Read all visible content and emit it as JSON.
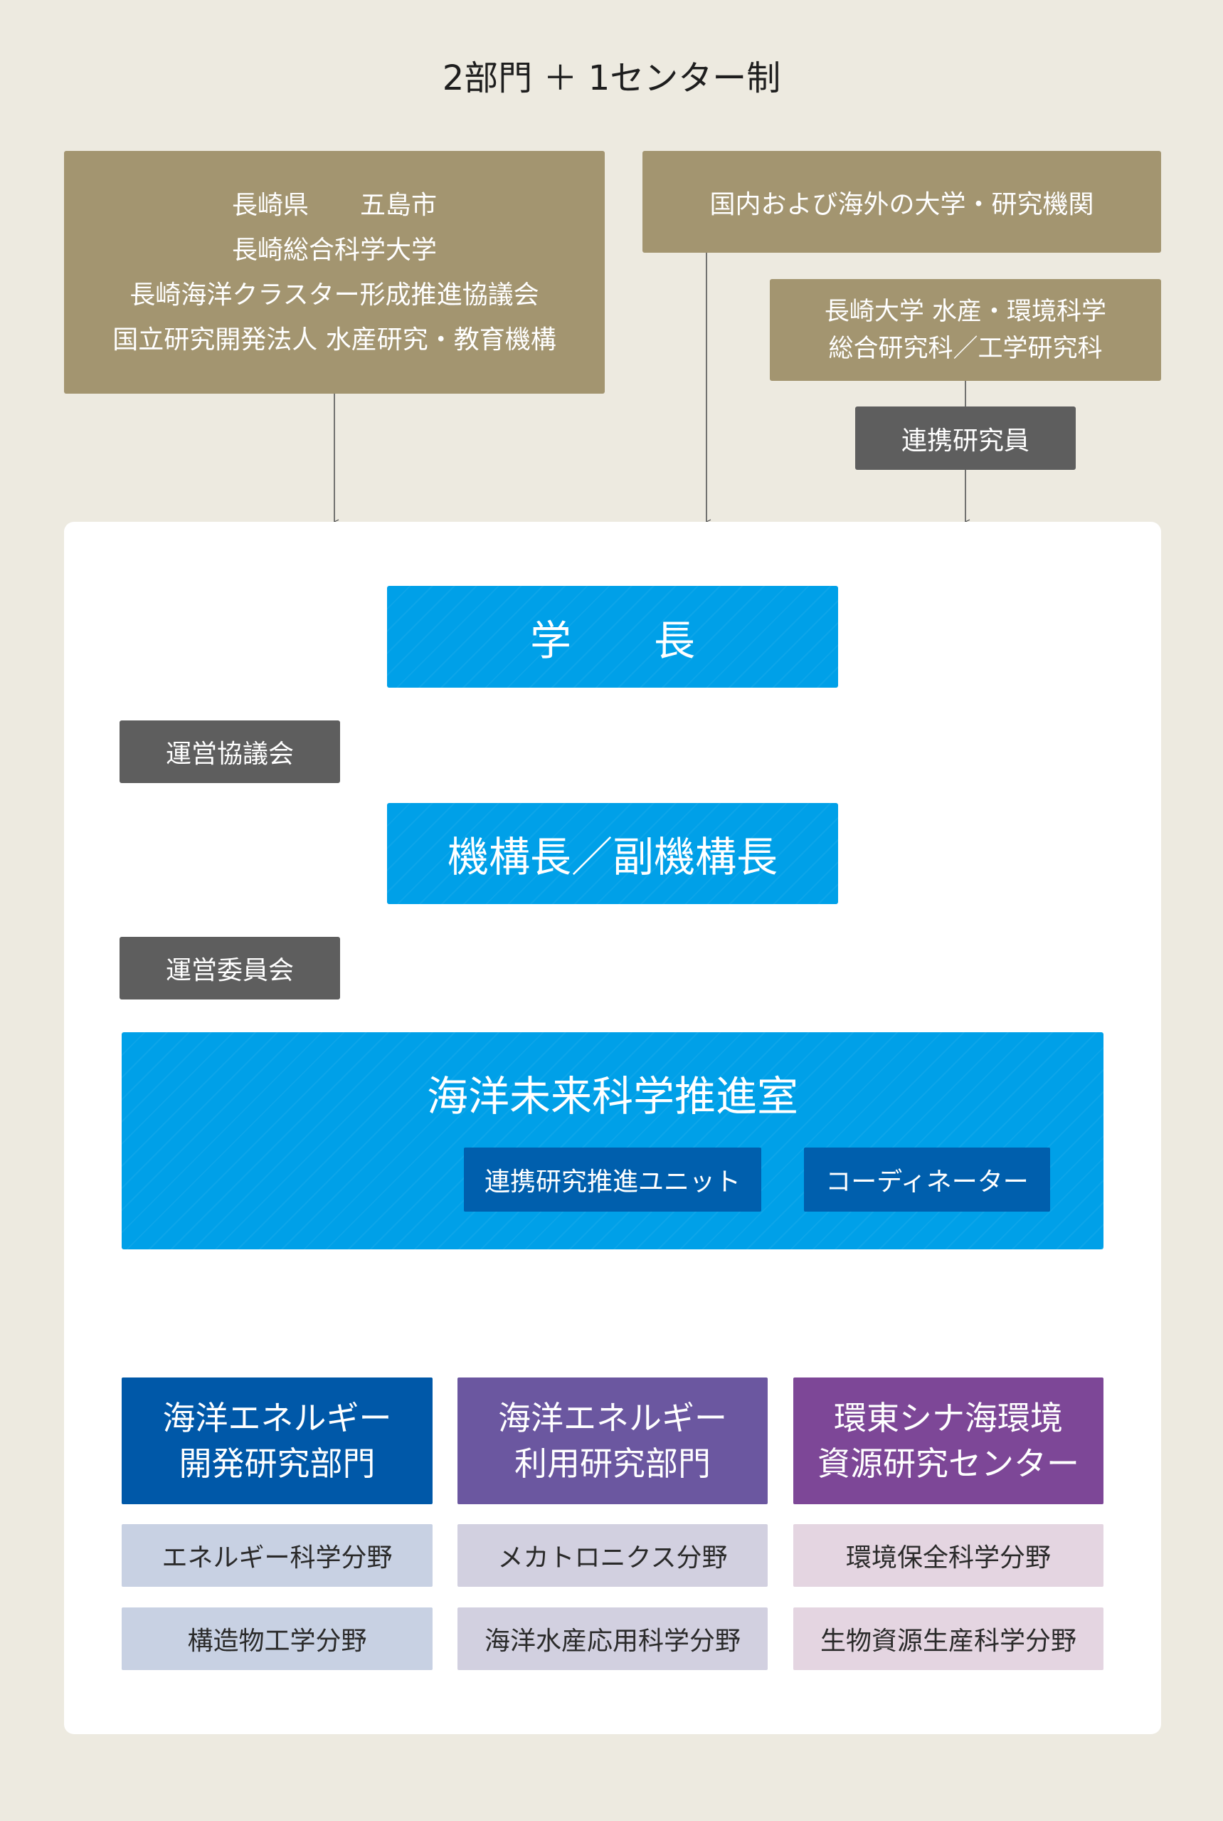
{
  "title": "2部門 ＋ 1センター制",
  "external": {
    "local_partners": [
      "長崎県　　五島市",
      "長崎総合科学大学",
      "長崎海洋クラスター形成推進協議会",
      "国立研究開発法人 水産研究・教育機構"
    ],
    "universities": "国内および海外の大学・研究機関",
    "nagasaki_grad": [
      "長崎大学 水産・環境科学",
      "総合研究科／工学研究科"
    ],
    "collab_researcher": "連携研究員"
  },
  "org": {
    "president": "学　　長",
    "council": "運営協議会",
    "director": "機構長／副機構長",
    "committee": "運営委員会",
    "office": "海洋未来科学推進室",
    "unit": "連携研究推進ユニット",
    "coordinator": "コーディネーター"
  },
  "departments": [
    {
      "name": [
        "海洋エネルギー",
        "開発研究部門"
      ],
      "fields": [
        "エネルギー科学分野",
        "構造物工学分野"
      ],
      "color": "#0058a8"
    },
    {
      "name": [
        "海洋エネルギー",
        "利用研究部門"
      ],
      "fields": [
        "メカトロニクス分野",
        "海洋水産応用科学分野"
      ],
      "color": "#6b57a0"
    },
    {
      "name": [
        "環東シナ海環境",
        "資源研究センター"
      ],
      "fields": [
        "環境保全科学分野",
        "生物資源生産科学分野"
      ],
      "color": "#7d4797"
    }
  ]
}
